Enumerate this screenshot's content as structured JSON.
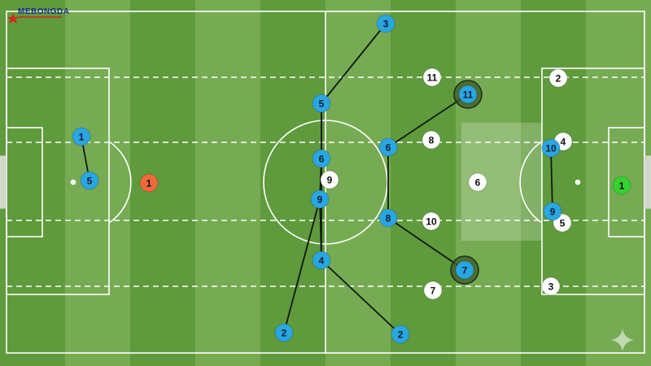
{
  "brand": {
    "logo_text": "MEBONGDA"
  },
  "colors": {
    "stripe_dark": "#5f9a3c",
    "stripe_light": "#76ab53",
    "line": "#ffffff",
    "blue_player": "#2aa6e0",
    "white_player": "#ffffff",
    "blue_gk": "#ef6a3a",
    "white_gk": "#35d12f",
    "link": "#101a10",
    "highlight_ring": "#3c5a2a"
  },
  "blue_team": {
    "goalkeeper": {
      "number": "1"
    },
    "players": [
      {
        "id": "b1",
        "number": "1"
      },
      {
        "id": "b5a",
        "number": "5"
      },
      {
        "id": "b3",
        "number": "3"
      },
      {
        "id": "b5",
        "number": "5"
      },
      {
        "id": "b6",
        "number": "6"
      },
      {
        "id": "b9",
        "number": "9"
      },
      {
        "id": "b4",
        "number": "4"
      },
      {
        "id": "b2a",
        "number": "2"
      },
      {
        "id": "b2b",
        "number": "2"
      },
      {
        "id": "b6r",
        "number": "6"
      },
      {
        "id": "b8",
        "number": "8"
      },
      {
        "id": "b11",
        "number": "11",
        "highlight": true
      },
      {
        "id": "b7",
        "number": "7",
        "highlight": true
      },
      {
        "id": "b10",
        "number": "10"
      },
      {
        "id": "b9r",
        "number": "9"
      }
    ],
    "links": [
      [
        "b1",
        "b5a"
      ],
      [
        "b3",
        "b5"
      ],
      [
        "b5",
        "b6"
      ],
      [
        "b6",
        "b9"
      ],
      [
        "b9",
        "b4"
      ],
      [
        "b9",
        "b2a"
      ],
      [
        "b4",
        "b2b"
      ],
      [
        "b5",
        "b4"
      ],
      [
        "b6r",
        "b11"
      ],
      [
        "b6r",
        "b8"
      ],
      [
        "b8",
        "b7"
      ],
      [
        "b10",
        "b9r"
      ]
    ]
  },
  "white_team": {
    "goalkeeper": {
      "number": "1"
    },
    "players": [
      {
        "id": "w11",
        "number": "11"
      },
      {
        "id": "w2",
        "number": "2"
      },
      {
        "id": "w8",
        "number": "8"
      },
      {
        "id": "w4",
        "number": "4"
      },
      {
        "id": "w9",
        "number": "9"
      },
      {
        "id": "w6",
        "number": "6"
      },
      {
        "id": "w10",
        "number": "10"
      },
      {
        "id": "w5",
        "number": "5"
      },
      {
        "id": "w7",
        "number": "7"
      },
      {
        "id": "w3",
        "number": "3"
      }
    ]
  },
  "watermark_icon": "sparkle-icon",
  "offside_zone": {
    "shaded": true
  }
}
